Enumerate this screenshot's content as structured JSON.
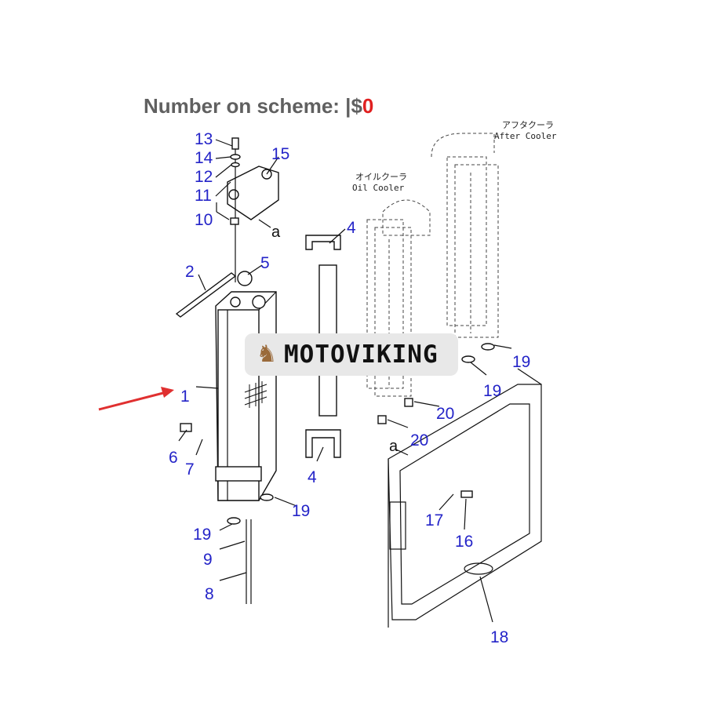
{
  "header": {
    "title": "Number on scheme: |$",
    "value": "0"
  },
  "watermark": {
    "brand": "MOTOVIKING"
  },
  "coolers": {
    "oil_jp": "オイルクーラ",
    "oil_en": "Oil Cooler",
    "after_jp": "アフタクーラ",
    "after_en": "After Cooler"
  },
  "callouts": [
    "13",
    "14",
    "12",
    "11",
    "15",
    "10",
    "a",
    "4",
    "5",
    "2",
    "1",
    "6",
    "7",
    "4",
    "19",
    "19",
    "9",
    "8",
    "20",
    "20",
    "a",
    "19",
    "19",
    "17",
    "16",
    "18"
  ],
  "colors": {
    "callout": "#2424c8",
    "arrow": "#e03030",
    "title": "#606060"
  }
}
